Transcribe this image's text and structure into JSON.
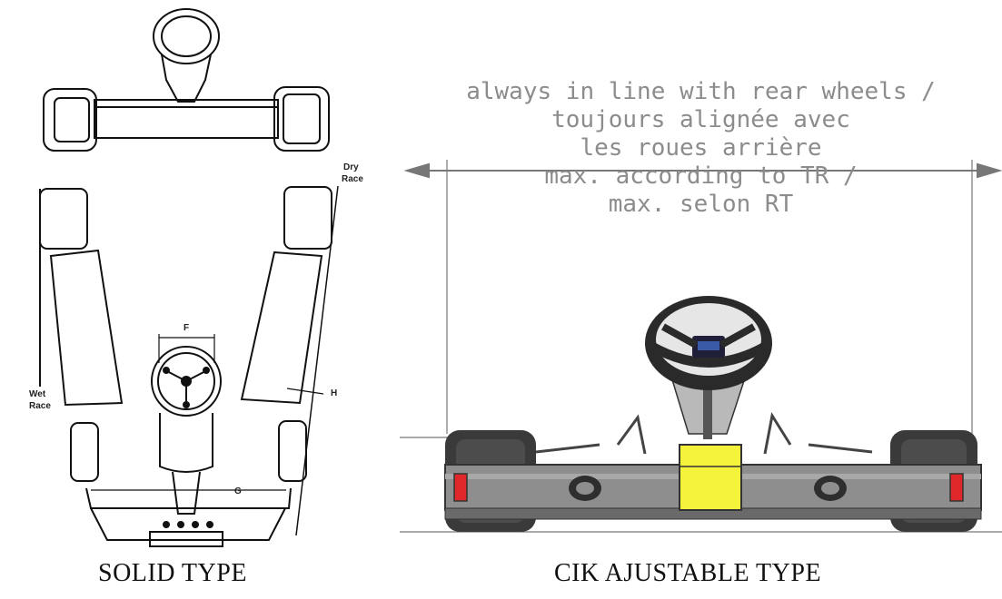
{
  "left_diagram": {
    "labels": {
      "dry_race": [
        "Dry",
        "Race"
      ],
      "wet_race": [
        "Wet",
        "Race"
      ],
      "dim_f": "F",
      "dim_g": "G",
      "dim_h": "H"
    },
    "caption": "SOLID TYPE"
  },
  "right_diagram": {
    "note_lines": [
      "always in line with rear wheels /",
      "toujours alignée avec",
      "les roues arrière",
      "max. according to TR /",
      "max. selon RT"
    ],
    "caption": "CIK AJUSTABLE TYPE",
    "colors": {
      "number_plate": "#f4f23a",
      "rear_light": "#e0282a",
      "chassis": "#8e8e8e",
      "tyre": "#3a3a3a",
      "seat": "#b9b9b9"
    }
  }
}
